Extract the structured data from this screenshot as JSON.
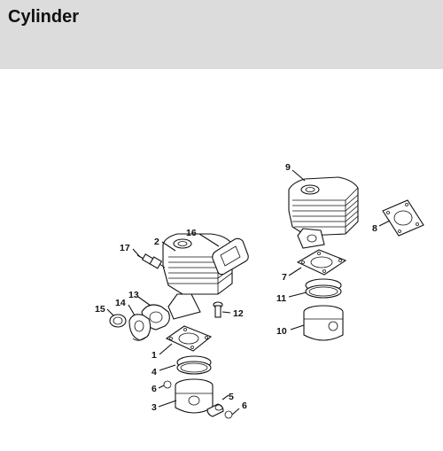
{
  "header": {
    "title": "Cylinder"
  },
  "callouts": {
    "c1": "1",
    "c2": "2",
    "c3": "3",
    "c4": "4",
    "c5": "5",
    "c6a": "6",
    "c6b": "6",
    "c7": "7",
    "c8": "8",
    "c9": "9",
    "c10": "10",
    "c11": "11",
    "c12": "12",
    "c13": "13",
    "c14": "14",
    "c15": "15",
    "c16": "16",
    "c17": "17"
  },
  "colors": {
    "header_bg": "#dcdcdc",
    "ink": "#111111"
  }
}
